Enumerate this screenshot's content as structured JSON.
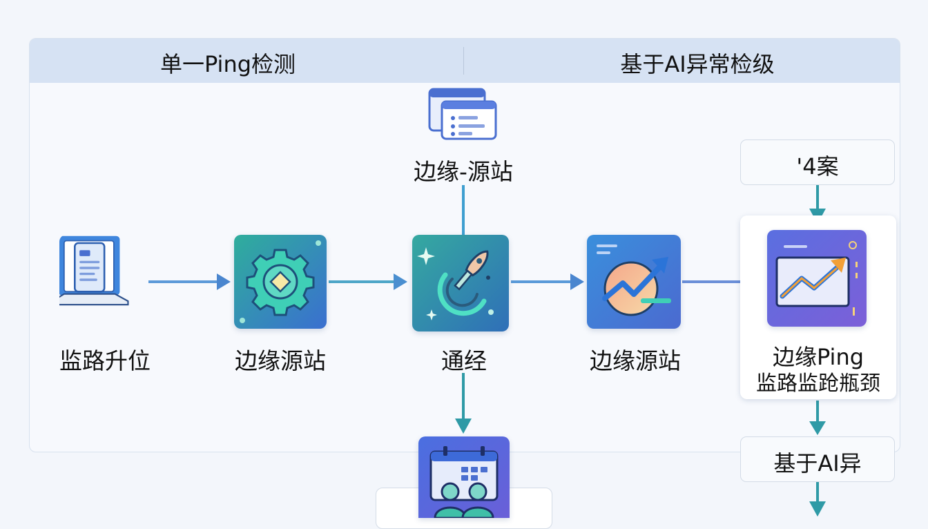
{
  "header": {
    "left": "单一Ping检测",
    "right": "基于AI异常检级"
  },
  "nodes": [
    {
      "id": "n1",
      "label": "监路升位",
      "icon": "laptop-document-icon"
    },
    {
      "id": "n2",
      "label": "边缘源站",
      "icon": "gear-icon"
    },
    {
      "id": "n3",
      "label": "通经",
      "icon": "sparkle-rocket-icon"
    },
    {
      "id": "n4",
      "label": "边缘源站",
      "icon": "trend-chart-icon"
    },
    {
      "id": "n5",
      "label_line1": "边缘Ping",
      "label_line2": "监路监跄瓶颈",
      "icon": "growth-chart-icon"
    }
  ],
  "top_node": {
    "label": "边缘-源站",
    "icon": "browser-window-icon"
  },
  "bottom_node": {
    "icon": "team-calendar-icon"
  },
  "right_boxes": {
    "top": "'4案",
    "bottom": "基于AI异"
  },
  "colors": {
    "arrow_blue": "#4f8fd8",
    "arrow_teal": "#2f9aa6",
    "header_band": "#d6e2f3"
  }
}
